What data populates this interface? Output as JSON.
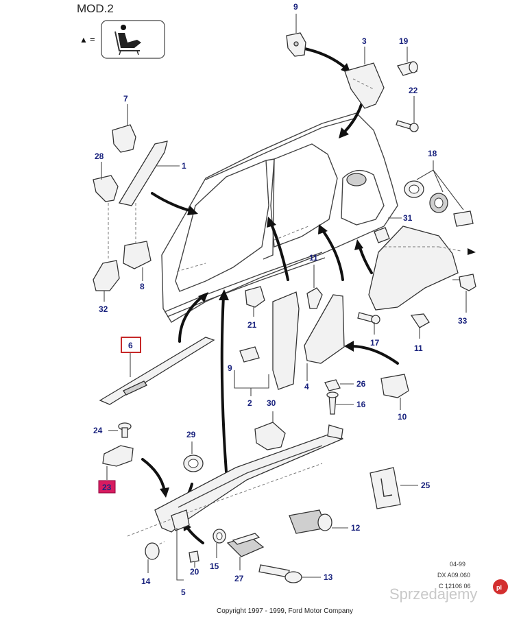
{
  "header": {
    "title": "MOD.2",
    "legend_symbol": "▲",
    "legend_equals": "=",
    "legend_icon": "seat-icon"
  },
  "callouts": {
    "c1": "1",
    "c2": "2",
    "c3": "3",
    "c4": "4",
    "c5": "5",
    "c6": "6",
    "c7": "7",
    "c8": "8",
    "c9a": "9",
    "c9b": "9",
    "c10": "10",
    "c11a": "11",
    "c11b": "11",
    "c12": "12",
    "c13": "13",
    "c14": "14",
    "c15": "15",
    "c16": "16",
    "c17": "17",
    "c18": "18",
    "c19": "19",
    "c20": "20",
    "c21": "21",
    "c22": "22",
    "c23": "23",
    "c24": "24",
    "c25": "25",
    "c26": "26",
    "c27": "27",
    "c28": "28",
    "c29": "29",
    "c30": "30",
    "c31": "31",
    "c32": "32",
    "c33": "33"
  },
  "info": {
    "date": "04-99",
    "ref": "DX A09.060",
    "code": "C 12106 06"
  },
  "footer": {
    "copyright": "Copyright 1997 - 1999, Ford Motor Company"
  },
  "watermark": {
    "text": "Sprzedajemy",
    "badge": "pl"
  },
  "colors": {
    "callout_text": "#1a237e",
    "box_outline_6": "#c62828",
    "box_fill_23": "#d81b60",
    "arrows": "#111111"
  }
}
